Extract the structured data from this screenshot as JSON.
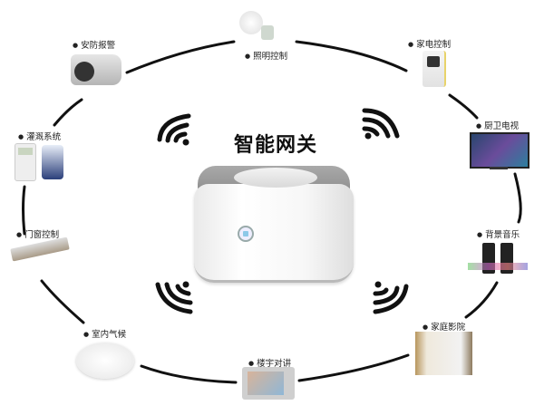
{
  "title": "智能网关",
  "center_device": "smart-gateway",
  "nodes": [
    {
      "id": "security",
      "label": "安防报警",
      "icon": "security-camera-icon"
    },
    {
      "id": "lighting",
      "label": "照明控制",
      "icon": "light-bulb-icon"
    },
    {
      "id": "appliance",
      "label": "家电控制",
      "icon": "appliance-controller-icon"
    },
    {
      "id": "kitchen_tv",
      "label": "厨卫电视",
      "icon": "tv-icon"
    },
    {
      "id": "music",
      "label": "背景音乐",
      "icon": "speaker-icon"
    },
    {
      "id": "theater",
      "label": "家庭影院",
      "icon": "home-theater-icon"
    },
    {
      "id": "intercom",
      "label": "楼宇对讲",
      "icon": "video-intercom-icon"
    },
    {
      "id": "climate",
      "label": "室内气候",
      "icon": "ceiling-sensor-icon"
    },
    {
      "id": "window",
      "label": "门窗控制",
      "icon": "window-motor-icon"
    },
    {
      "id": "irrigation",
      "label": "灌溉系统",
      "icon": "irrigation-timer-icon"
    }
  ]
}
